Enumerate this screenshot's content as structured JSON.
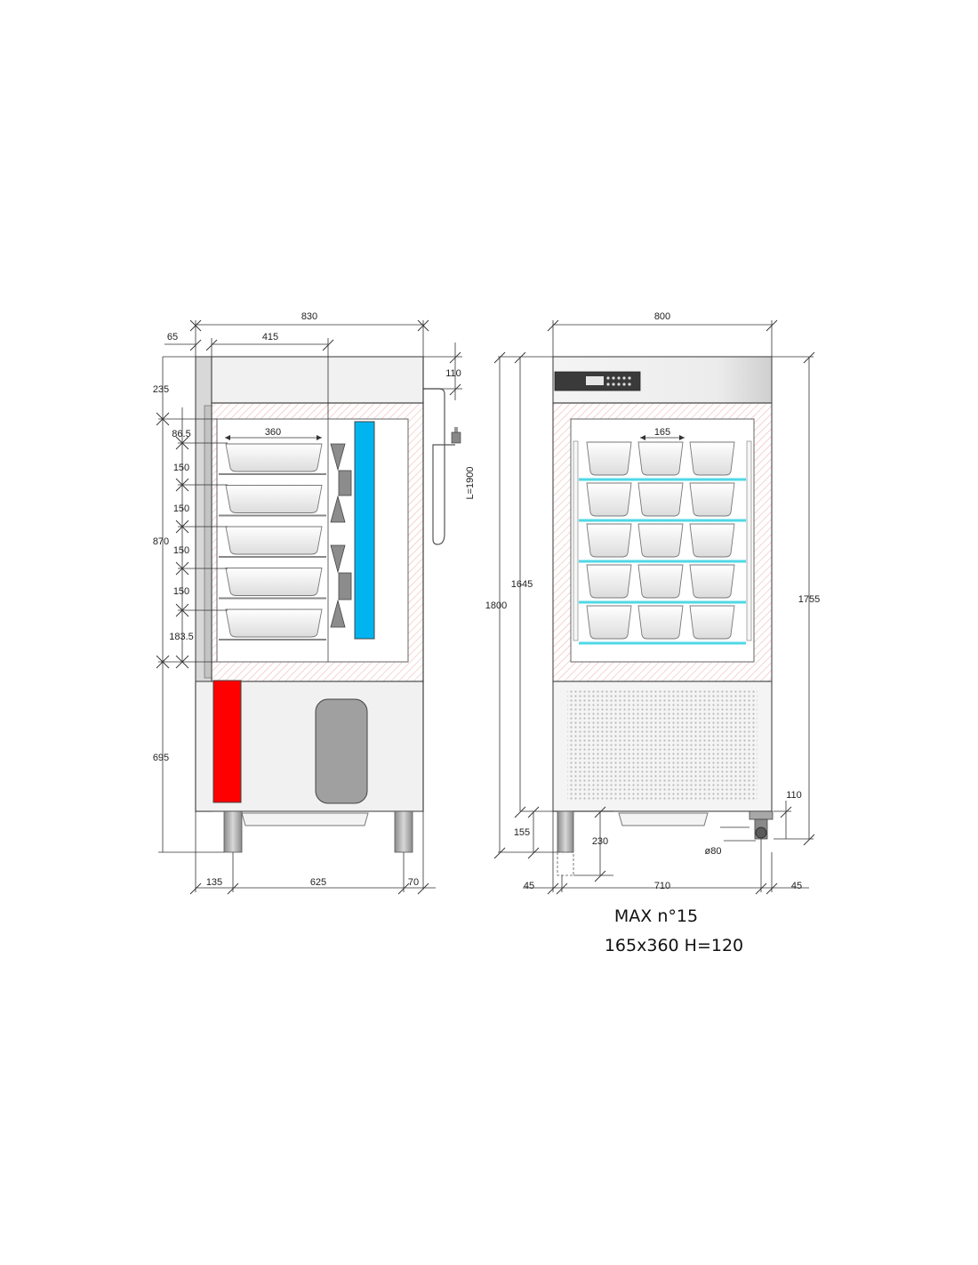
{
  "side_view": {
    "overall_width": "830",
    "front_offset": "65",
    "fan_axis": "415",
    "top_height": "235",
    "power_cord_offset": "110",
    "cord_length": "L=1900",
    "pan_length": "360",
    "first_shelf": "86.5",
    "shelf_pitches": [
      "150",
      "150",
      "150",
      "150"
    ],
    "last_shelf": "183.5",
    "cabinet_height": "870",
    "base_height": "695",
    "bottom_left": "135",
    "bottom_mid": "625",
    "bottom_right": "70",
    "colors": {
      "evaporator": "#00b4f0",
      "compressor_panel": "#ff0000",
      "tank": "#a0a0a0",
      "insulation_hatch": "#f2c6c6"
    }
  },
  "front_view": {
    "overall_width": "800",
    "pan_width": "165",
    "total_height": "1800",
    "body_height": "1645",
    "height_right": "1755",
    "feet_height": "155",
    "drawer_height": "230",
    "caster_height": "110",
    "caster_diameter": "ø80",
    "bottom_left": "45",
    "bottom_mid": "710",
    "bottom_right": "45",
    "colors": {
      "shelf_rail": "#4fd8e6",
      "control_panel": "#3a3a3a",
      "display": "#e6e6e6"
    },
    "pan_rows": 5,
    "pan_cols": 3
  },
  "caption": {
    "line1": "MAX n°15",
    "line2": "165x360  H=120"
  }
}
